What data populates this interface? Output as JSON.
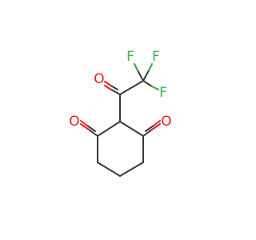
{
  "molecule": {
    "atoms": {
      "o_ketone_top": {
        "element": "O",
        "label": "O"
      },
      "o_ring_left": {
        "element": "O",
        "label": "O"
      },
      "o_ring_right": {
        "element": "O",
        "label": "O"
      },
      "f_left": {
        "element": "F",
        "label": "F"
      },
      "f_right": {
        "element": "F",
        "label": "F"
      },
      "f_bottom": {
        "element": "F",
        "label": "F"
      }
    }
  },
  "colors": {
    "bond": "#3a3a3a",
    "oxygen": "#ee1c1c",
    "fluorine": "#3cb44b"
  }
}
